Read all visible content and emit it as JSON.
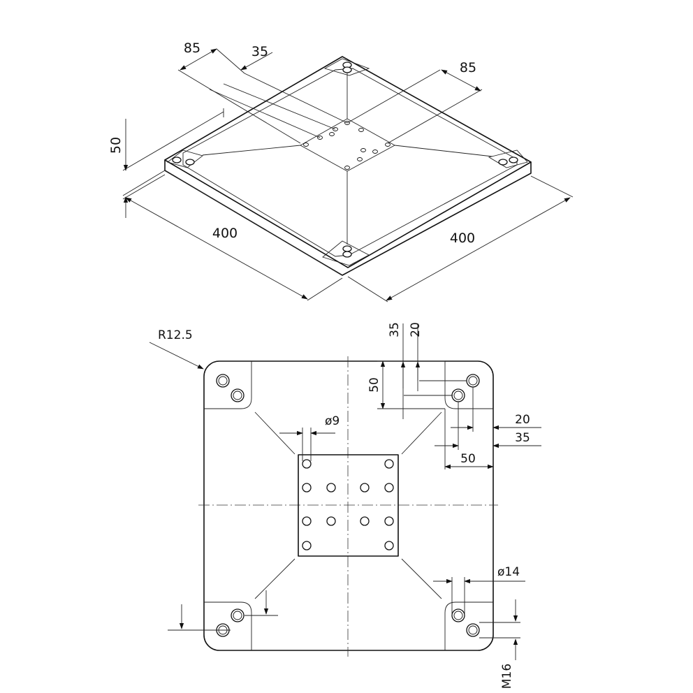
{
  "iso": {
    "dim_height": "50",
    "dim_len_left": "400",
    "dim_len_right": "400",
    "dim_top_85a": "85",
    "dim_top_35": "35",
    "dim_top_85b": "85"
  },
  "plan": {
    "radius": "R12.5",
    "dim_v35": "35",
    "dim_v20": "20",
    "dim_v50": "50",
    "dim_h20": "20",
    "dim_h35": "35",
    "dim_h50": "50",
    "dia9": "ø9",
    "dia14": "ø14",
    "thread": "M16"
  }
}
